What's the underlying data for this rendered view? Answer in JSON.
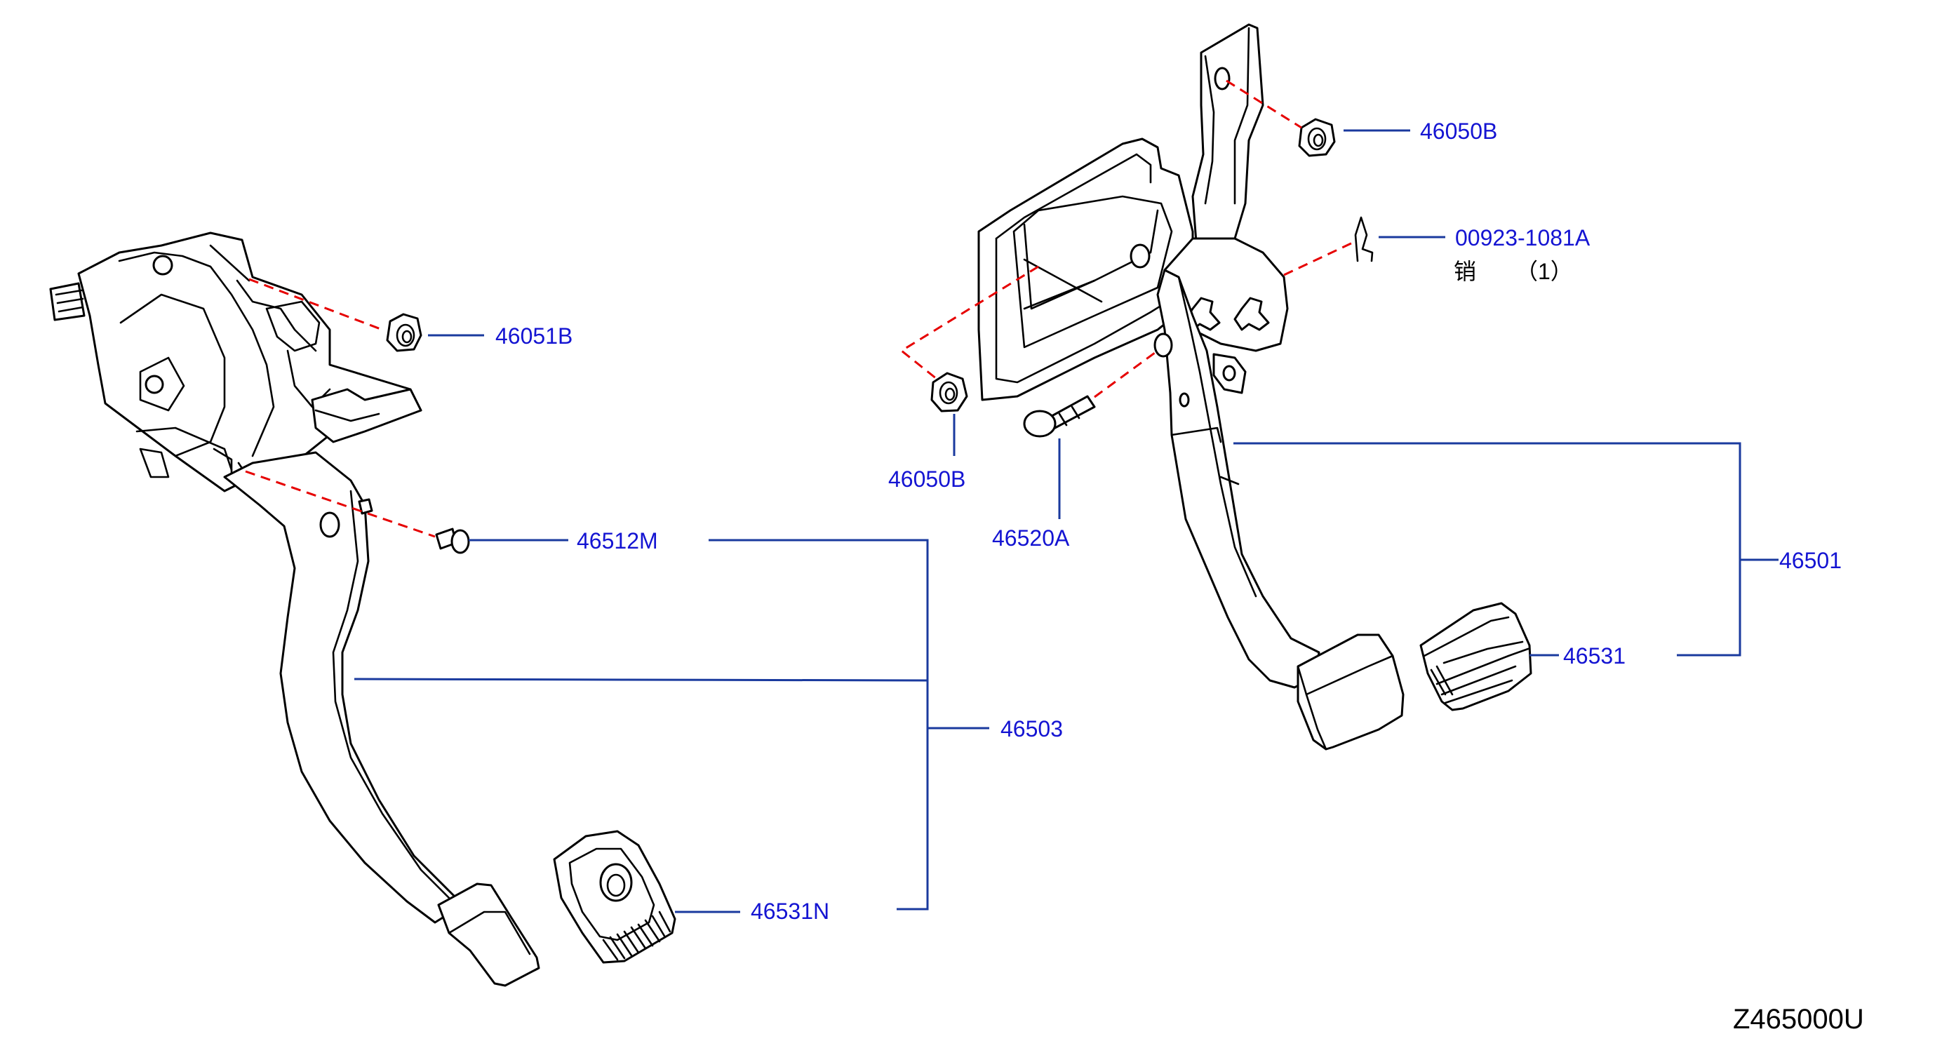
{
  "parts": {
    "p46051B": "46051B",
    "p46512M": "46512M",
    "p46503": "46503",
    "p46531N": "46531N",
    "p46050B_top": "46050B",
    "p00923": "00923-1081A",
    "p00923_name": "销",
    "p00923_qty": "（1）",
    "p46050B_left": "46050B",
    "p46520A": "46520A",
    "p46501": "46501",
    "p46531": "46531"
  },
  "diagram_code": "Z465000U",
  "colors": {
    "label": "#1414d2",
    "leader": "#1a3a9e",
    "hidden_line": "#e60000",
    "outline": "#000000"
  }
}
